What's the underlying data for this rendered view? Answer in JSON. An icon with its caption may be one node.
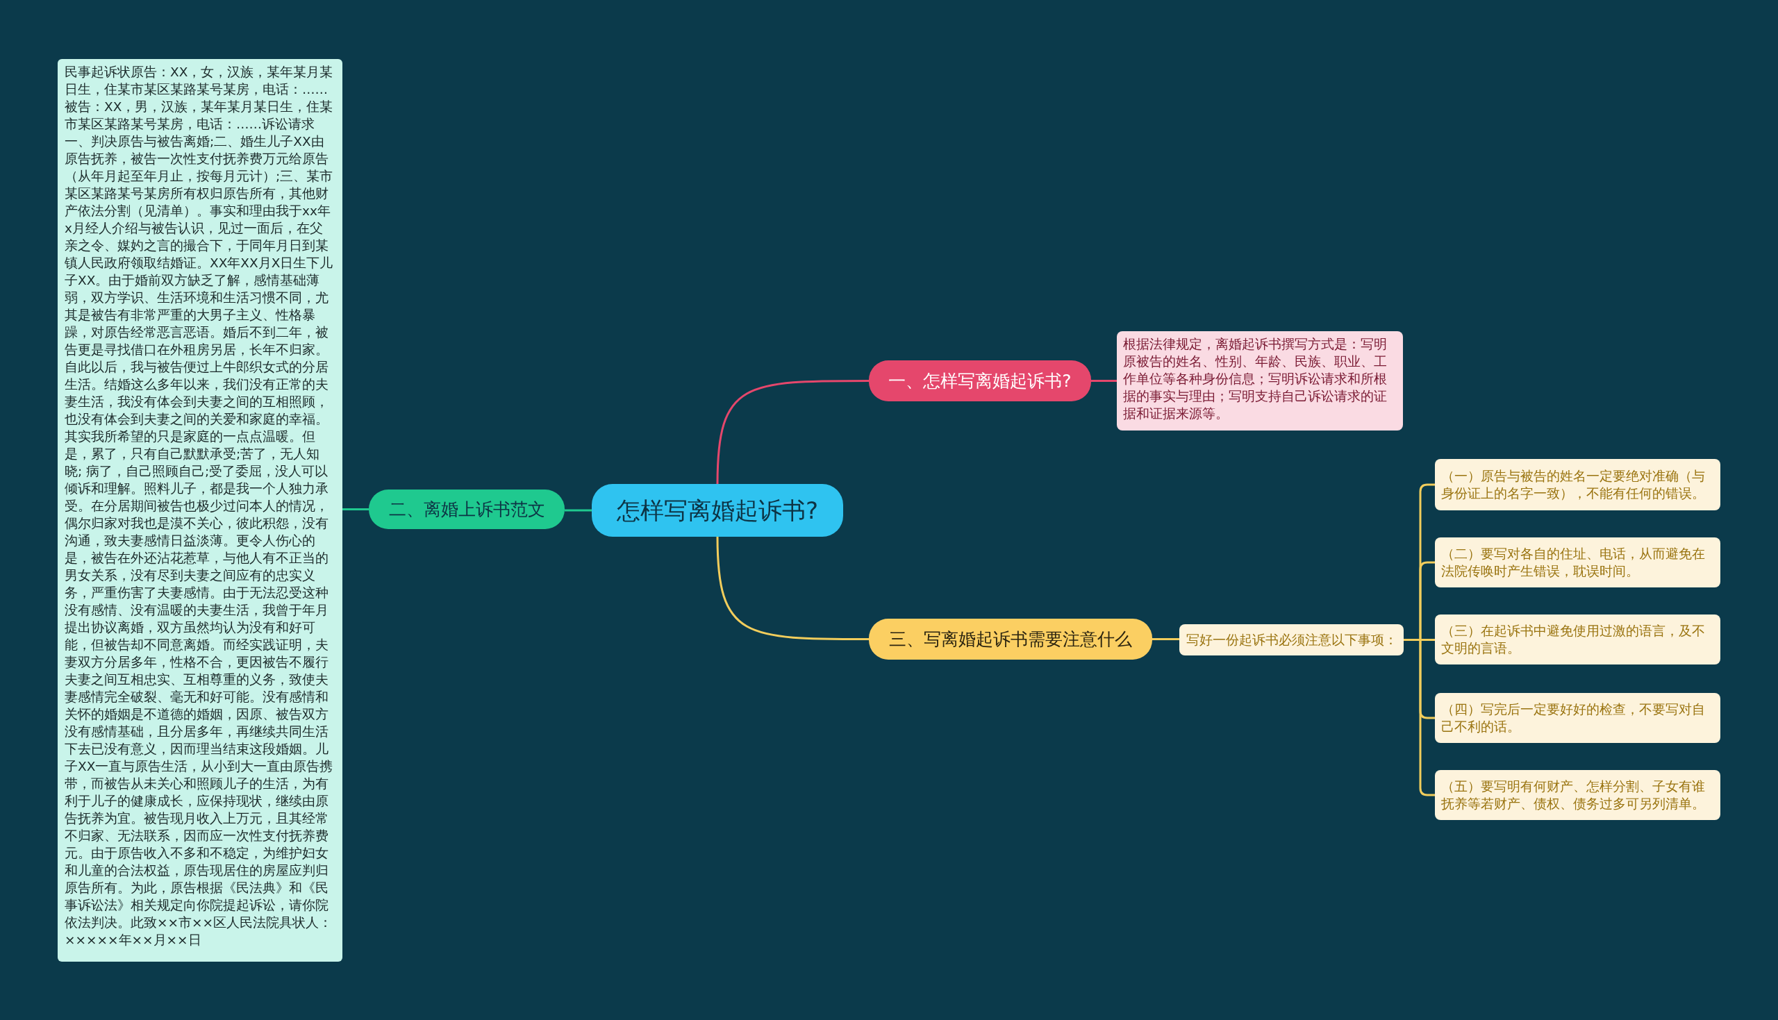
{
  "diagram": {
    "nodes": [
      {
        "text": [
          "怎样写离婚起诉书?"
        ]
      },
      {
        "text": [
          "一、怎样写离婚起诉书?"
        ]
      },
      {
        "text": [
          "根据法律规定，离婚起诉书撰写方式是：写明原被告的姓名、性别、年龄、民族、职业、工作单位等各种身份信息；写明诉讼请求和所根据的事实与理由；写明支持自己诉讼请求的证据和证据来源等。"
        ]
      },
      {
        "text": [
          "二、离婚上诉书范文"
        ]
      },
      {
        "text": [
          "民事起诉状原告：XX，女，汉族，某年某月某日生，住某市某区某路某号某房，电话：……被告：XX，男，汉族，某年某月某日生，住某市某区某路某号某房，电话：……诉讼请求一、判决原告与被告离婚;二、婚生儿子XX由原告抚养，被告一次性支付抚养费万元给原告（从年月起至年月止，按每月元计）;三、某市某区某路某号某房所有权归原告所有，其他财产依法分割（见清单）。事实和理由我于xx年x月经人介绍与被告认识，见过一面后，在父亲之令、媒妁之言的撮合下，于同年月日到某镇人民政府领取结婚证。XX年XX月X日生下儿子XX。由于婚前双方缺乏了解，感情基础薄弱，双方学识、生活环境和生活习惯不同，尤其是被告有非常严重的大男子主义、性格暴躁，对原告经常恶言恶语。婚后不到二年，被告更是寻找借口在外租房另居，长年不归家。自此以后，我与被告便过上牛郎织女式的分居生活。结婚这么多年以来，我们没有正常的夫妻生活，我没有体会到夫妻之间的互相照顾，也没有体会到夫妻之间的关爱和家庭的幸福。其实我所希望的只是家庭的一点点温暖。但是，累了，只有自己默默承受;苦了，无人知晓; 病了，自己照顾自己;受了委屈，没人可以倾诉和理解。照料儿子，都是我一个人独力承受。在分居期间被告也极少过问本人的情况，偶尔归家对我也是漠不关心，彼此积怨，没有沟通，致夫妻感情日益淡薄。更令人伤心的是，被告在外还沾花惹草，与他人有不正当的男女关系，没有尽到夫妻之间应有的忠实义务，严重伤害了夫妻感情。由于无法忍受这种没有感情、没有温暖的夫妻生活，我曾于年月提出协议离婚，双方虽然均认为没有和好可能，但被告却不同意离婚。而经实践证明，夫妻双方分居多年，性格不合，更因被告不履行夫妻之间互相忠实、互相尊重的义务，致使夫妻感情完全破裂、毫无和好可能。没有感情和关怀的婚姻是不道德的婚姻，因原、被告双方没有感情基础，且分居多年，再继续共同生活下去已没有意义，因而理当结束这段婚姻。儿子XX一直与原告生活，从小到大一直由原告携带，而被告从未关心和照顾儿子的生活，为有利于儿子的健康成长，应保持现状，继续由原告抚养为宜。被告现月收入上万元，且其经常不归家、无法联系，因而应一次性支付抚养费元。由于原告收入不多和不稳定，为维护妇女和儿童的合法权益，原告现居住的房屋应判归原告所有。为此，原告根据《民法典》和《民事诉讼法》相关规定向你院提起诉讼，请你院依法判决。此致××市××区人民法院具状人：×××××年××月××日"
        ]
      },
      {
        "text": [
          "三、写离婚起诉书需要注意什么"
        ]
      },
      {
        "text": [
          "写好一份起诉书必须注意以下事项："
        ]
      },
      {
        "text": [
          "（一）原告与被告的姓名一定要绝对准确（与身份证上的名字一致），不能有任何的错误。"
        ]
      },
      {
        "text": [
          "（二）要写对各自的住址、电话，从而避免在法院传唤时产生错误，耽误时间。"
        ]
      },
      {
        "text": [
          "（三）在起诉书中避免使用过激的语言，及不文明的言语。"
        ]
      },
      {
        "text": [
          "（四）写完后一定要好好的检查，不要写对自己不利的话。"
        ]
      },
      {
        "text": [
          "（五）要写明有何财产、怎样分割、子女有谁抚养等若财产、债权、债务过多可另列清单。"
        ]
      }
    ],
    "edges": [
      {
        "from": 0,
        "to": 1,
        "arrow": "none",
        "color": "#e5476c"
      },
      {
        "from": 1,
        "to": 2,
        "arrow": "none",
        "color": "#e5476c"
      },
      {
        "from": 0,
        "to": 3,
        "arrow": "none",
        "color": "#1fc98f"
      },
      {
        "from": 3,
        "to": 4,
        "arrow": "none",
        "color": "#1fc98f"
      },
      {
        "from": 0,
        "to": 5,
        "arrow": "none"
      },
      {
        "from": 5,
        "to": 6,
        "arrow": "none"
      },
      {
        "from": 6,
        "to": 7,
        "arrow": "none"
      },
      {
        "from": 6,
        "to": 8,
        "arrow": "none"
      },
      {
        "from": 6,
        "to": 9,
        "arrow": "none"
      },
      {
        "from": 6,
        "to": 10,
        "arrow": "none"
      },
      {
        "from": 6,
        "to": 11,
        "arrow": "none"
      }
    ]
  }
}
